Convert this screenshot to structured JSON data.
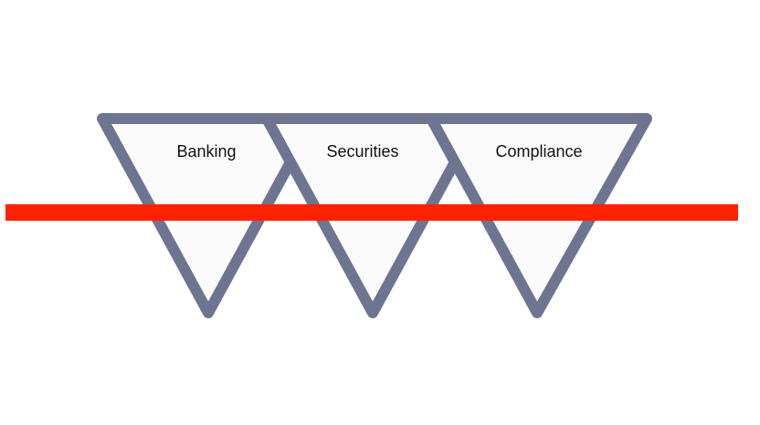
{
  "diagram": {
    "stages": [
      {
        "label": "Banking"
      },
      {
        "label": "Securities"
      },
      {
        "label": "Compliance"
      }
    ]
  },
  "colors": {
    "outline": "#6e7591",
    "fill": "#fbfbfb",
    "line": "#ff2200"
  }
}
